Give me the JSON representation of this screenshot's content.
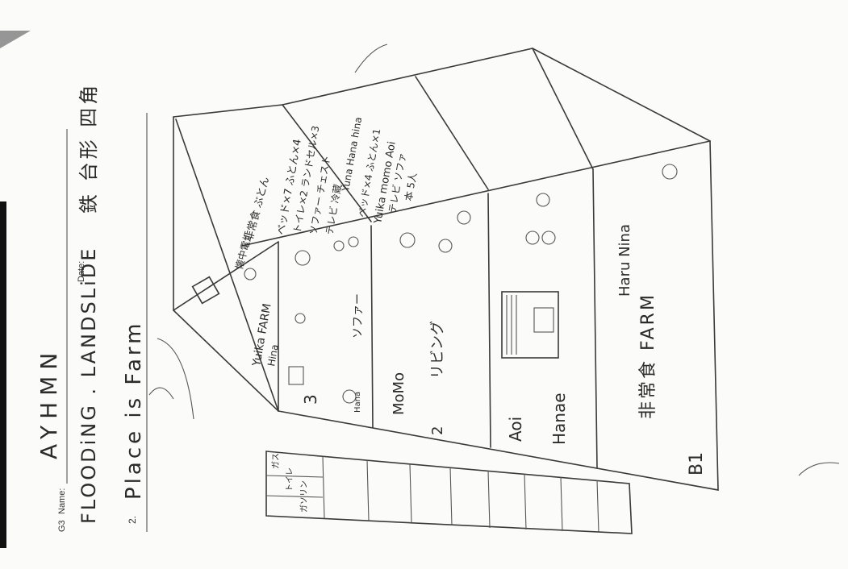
{
  "header": {
    "grade_label": "G3",
    "name_label": "Name:",
    "name_value": "AYHMN",
    "date_label": "Date:",
    "title": "FLOODiNG . LANDSLiDE",
    "title_right": "鉄  台形 四角"
  },
  "question": {
    "number": "2.",
    "text": "Place is Farm"
  },
  "roof": {
    "note_1": "非常食 ぶとん",
    "note_2": "懐中電灯",
    "note_3": "ベッド×7 ふとん×4",
    "note_4": "トイレ×2 ランドセル×3",
    "note_5": "ソファー チェスト",
    "note_6": "テレビ 冷蔵",
    "names_1": "Yuna Hana hina",
    "names_2": "Yuika momo Aoi",
    "note_7": "ベッド×4 ふとん×1",
    "note_8": "テレビ ソファ",
    "note_9": "本 5人"
  },
  "floors": {
    "f3_label": "Yuika FARM",
    "f3_sub": "Hina",
    "f3_number": "3",
    "f3_items": "ソファー",
    "f3_name": "Hana",
    "f2_name": "MoMo",
    "f2_number": "2",
    "f2_room": "リビング",
    "f1_name_1": "Aoi",
    "f1_name_2": "Hanae",
    "b1_names": "Haru Nina",
    "b1_title": "非常食 FARM",
    "b1_label": "B1"
  },
  "table": {
    "header_1": "ガス",
    "header_2": "トイレ",
    "header_3": "ガソリン"
  }
}
